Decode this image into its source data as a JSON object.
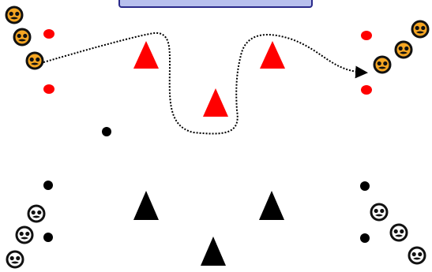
{
  "banner": {
    "title": "",
    "color": "#b8c0ee"
  },
  "colors": {
    "red": "#ff0000",
    "black": "#000000",
    "player_yellow": "#f5a623",
    "player_white": "#ffffff",
    "path": "#000000"
  },
  "legend": {
    "red_cone": "red-cone-icon",
    "black_cone": "black-cone-icon",
    "red_marker": "red-dot-marker",
    "black_marker": "black-dot-marker",
    "yellow_player": "yellow-player-face-icon",
    "white_player": "white-player-face-icon",
    "dribble_path": "dotted-arrow-path"
  }
}
